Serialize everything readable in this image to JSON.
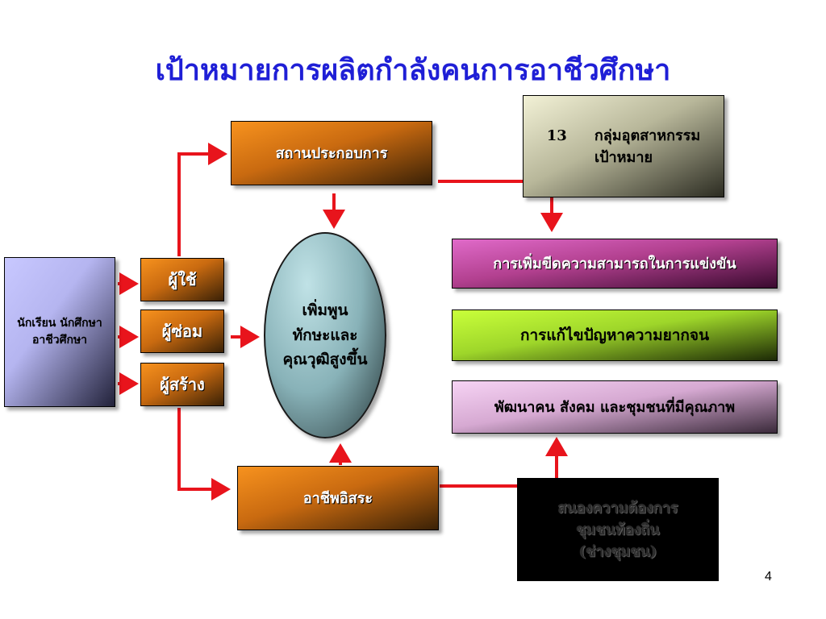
{
  "title": "เป้าหมายการผลิตกำลังคนการอาชีวศึกษา",
  "student_box": "นักเรียน นักศึกษา\nอาชีวศึกษา",
  "roles": {
    "user": "ผู้ใช้",
    "repairer": "ผู้ซ่อม",
    "builder": "ผู้สร้าง"
  },
  "enterprise": "สถานประกอบการ",
  "self_employed": "อาชีพอิสระ",
  "center": "เพิ่มพูน\nทักษะและ\nคุณวุฒิสูงขึ้น",
  "industry": {
    "number": "13",
    "line1": "กลุ่มอุตสาหกรรม",
    "line2": "เป้าหมาย"
  },
  "goals": {
    "competitiveness": "การเพิ่มขีดความสามารถในการแข่งขัน",
    "poverty": "การแก้ไขปัญหาความยากจน",
    "development": "พัฒนาคน  สังคม  และชุมชนที่มีคุณภาพ"
  },
  "community": "สนองความต้องการ\nชุมชนท้องถิ่น\n(ช่างชุมชน)",
  "page_number": "4",
  "colors": {
    "title": "#1f1fd6",
    "arrow": "#e8141c"
  }
}
